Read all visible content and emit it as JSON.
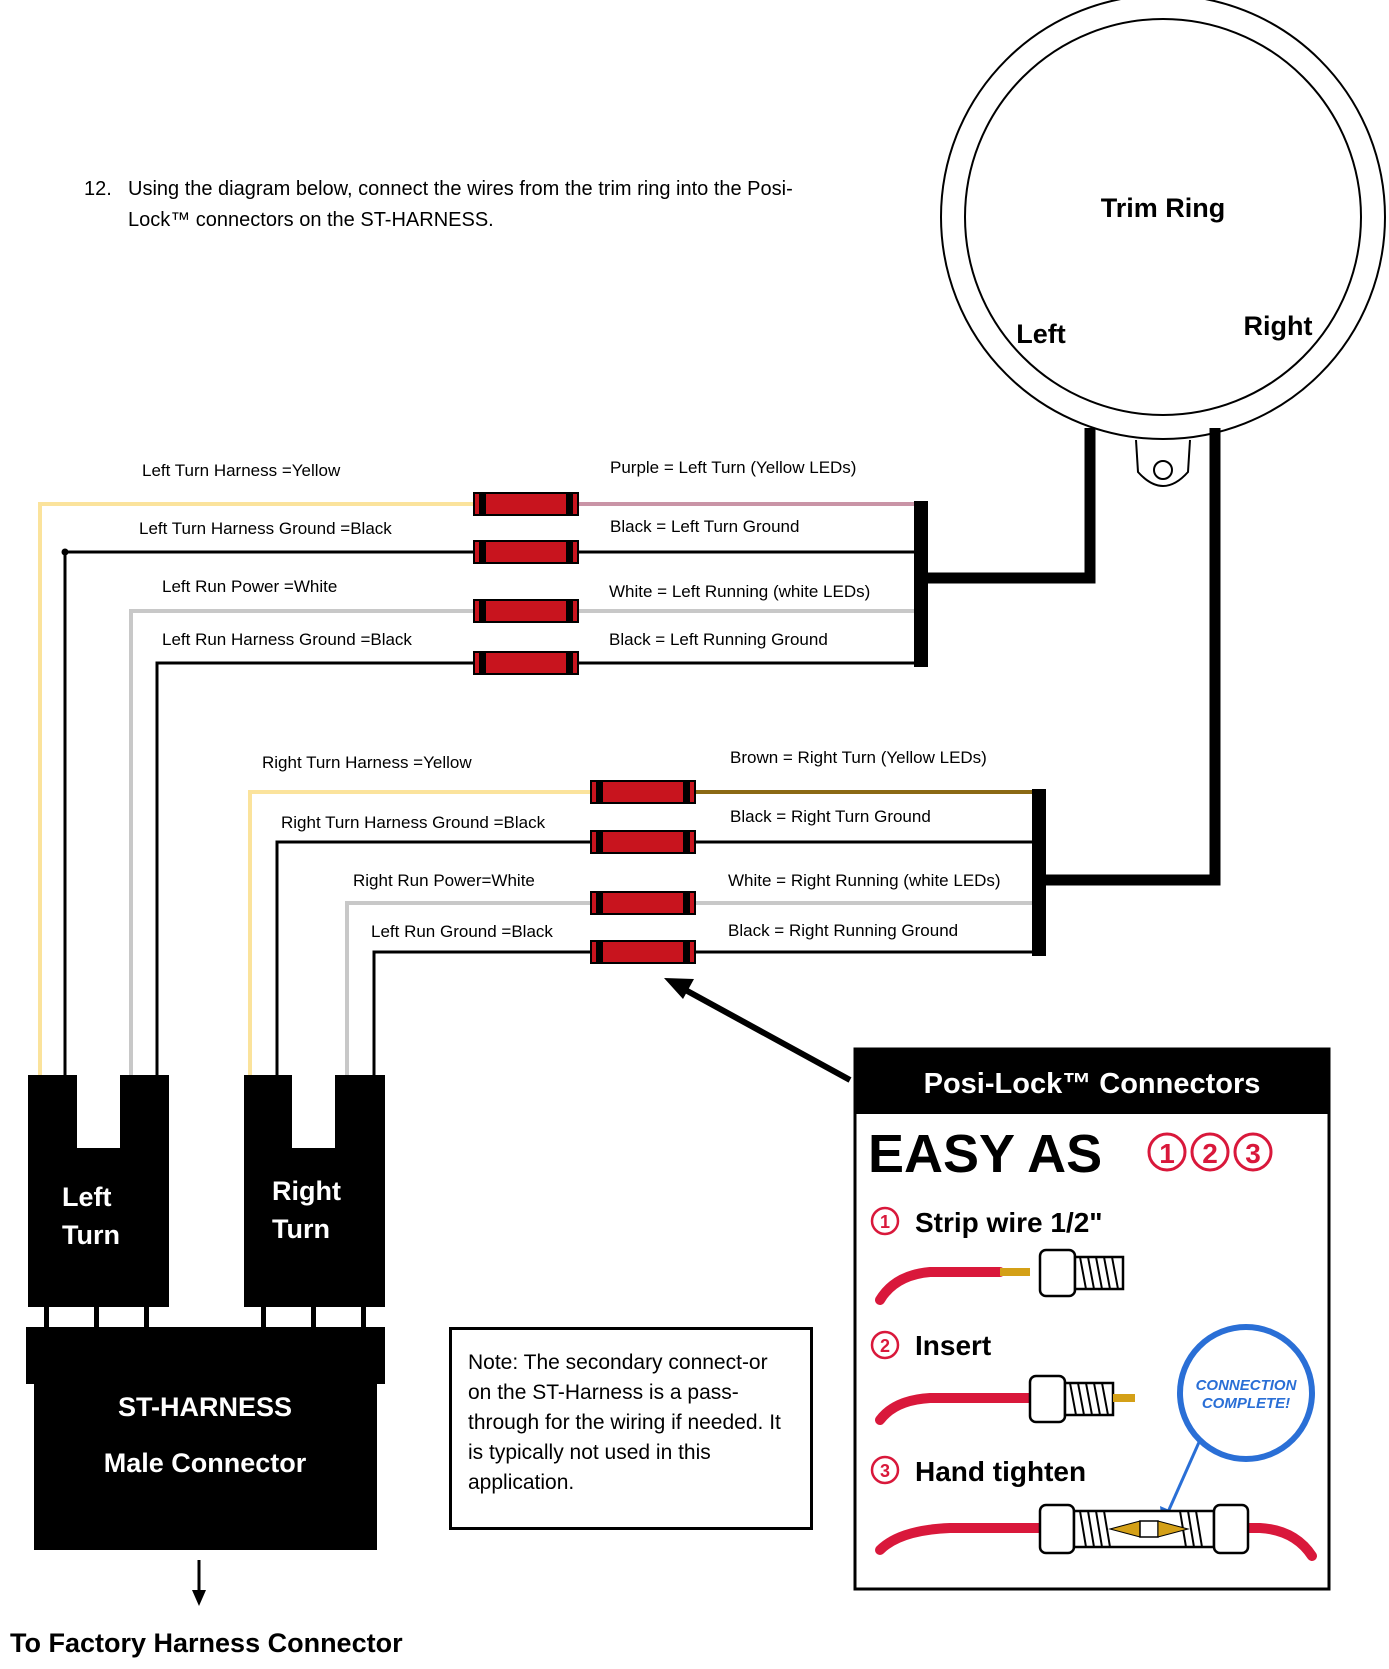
{
  "instruction": {
    "number": "12.",
    "text": "Using the diagram below, connect the wires from the trim ring into the Posi-Lock™ connectors on the ST-HARNESS."
  },
  "trim_ring": {
    "title": "Trim Ring",
    "left_label": "Left",
    "right_label": "Right"
  },
  "left_group": {
    "harness_labels": [
      "Left Turn Harness =Yellow",
      "Left Turn Harness Ground =Black",
      "Left Run Power =White",
      "Left Run Harness Ground =Black"
    ],
    "ring_labels": [
      "Purple = Left Turn (Yellow LEDs)",
      "Black = Left Turn Ground",
      "White = Left Running (white LEDs)",
      "Black = Left Running Ground"
    ]
  },
  "right_group": {
    "harness_labels": [
      "Right Turn Harness =Yellow",
      "Right Turn Harness Ground =Black",
      "Right Run Power=White",
      "Left Run Ground =Black"
    ],
    "ring_labels": [
      "Brown = Right Turn (Yellow LEDs)",
      "Black = Right Turn Ground",
      "White = Right Running (white LEDs)",
      "Black = Right Running Ground"
    ]
  },
  "plugs": {
    "left": {
      "line1": "Left",
      "line2": "Turn"
    },
    "right": {
      "line1": "Right",
      "line2": "Turn"
    }
  },
  "harness": {
    "line1": "ST-HARNESS",
    "line2": "Male Connector"
  },
  "note": "Note: The secondary connect-or on the ST-Harness is a pass-through for the wiring if needed. It is typically not used in this application.",
  "posi_lock": {
    "header": "Posi-Lock™ Connectors",
    "easy": "EASY AS",
    "numerals": [
      "①",
      "②",
      "③"
    ],
    "steps": [
      "Strip wire 1/2\"",
      "Insert",
      "Hand tighten"
    ],
    "badge_line1": "CONNECTION",
    "badge_line2": "COMPLETE!"
  },
  "footer": "To Factory Harness Connector",
  "colors": {
    "yellow_wire": "#fbe39c",
    "purple_wire": "#c994a6",
    "brown_wire": "#8b6914",
    "white_wire": "#c8c8c8",
    "black_wire": "#000000",
    "connector_red": "#c8141e",
    "strip_red": "#d9183b",
    "copper": "#d4a017",
    "badge_blue": "#2a6fd6"
  }
}
